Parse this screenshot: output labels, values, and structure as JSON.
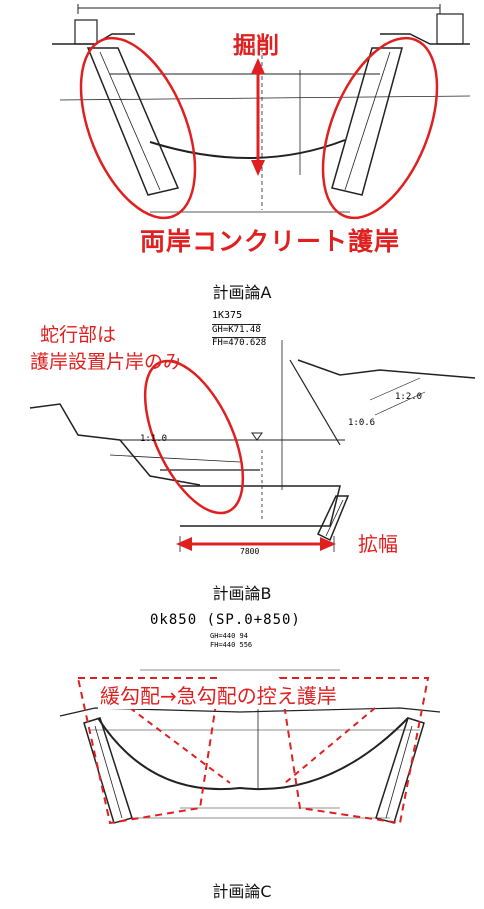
{
  "panel_a": {
    "label_excavation": "掘削",
    "label_revetment": "両岸コンクリート護岸",
    "caption": "計画論A"
  },
  "panel_b": {
    "station": "1K375",
    "elev1": "GH=K71.48",
    "elev2": "FH=470.628",
    "note_line1": "蛇行部は",
    "note_line2": "護岸設置片岸のみ",
    "label_widen": "拡幅",
    "width_dim": "7800",
    "slope1": "1:1.0",
    "slope2": "1:0.6",
    "slope3": "1:2.0",
    "caption": "計画論B"
  },
  "panel_c": {
    "station": "0k850 (SP.0+850)",
    "elev1": "GH=440 94",
    "elev2": "FH=440 556",
    "label_slope": "緩勾配→急勾配の控え護岸",
    "caption": "計画論C"
  },
  "colors": {
    "annotation": "#e02020",
    "drawing": "#222222"
  }
}
